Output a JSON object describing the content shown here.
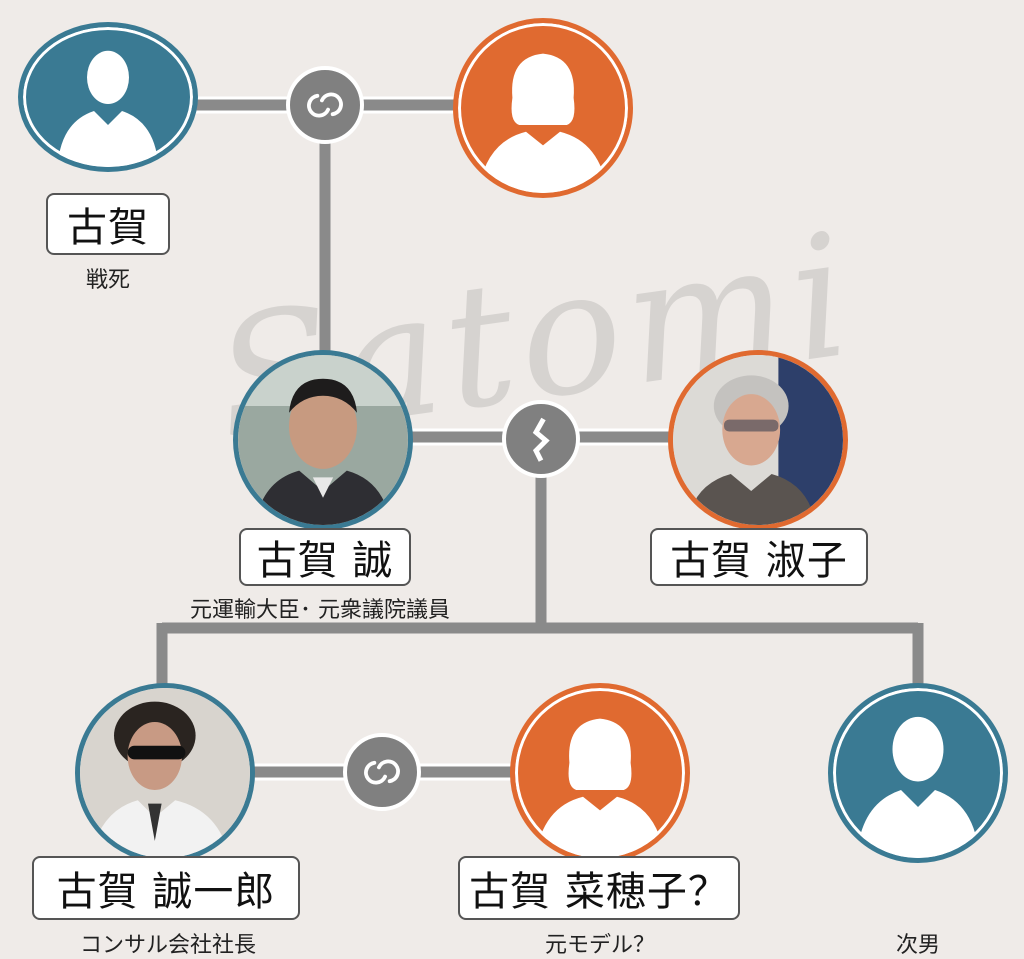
{
  "people": {
    "grandfather": {
      "name": "古賀",
      "note": "戦死"
    },
    "grandmother": {
      "name": ""
    },
    "makoto": {
      "name": "古賀 誠",
      "note": "元運輸大臣･ 元衆議院議員"
    },
    "toshiko": {
      "name": "古賀 淑子"
    },
    "seiichiro": {
      "name": "古賀 誠一郎",
      "note": "コンサル会社社長"
    },
    "nahoko": {
      "name": "古賀 菜穂子？",
      "note": "元モデル？"
    },
    "second_son": {
      "name": "",
      "note": "次男"
    }
  },
  "relations": {
    "marriage_icon": "marriage-rings-icon",
    "divorce_icon": "divorce-break-icon"
  },
  "watermark": "Satomi",
  "colors": {
    "background": "#efebe8",
    "male": "#3a7a93",
    "female": "#e06a30",
    "line": "#8a8a8a",
    "connector": "#808080"
  }
}
